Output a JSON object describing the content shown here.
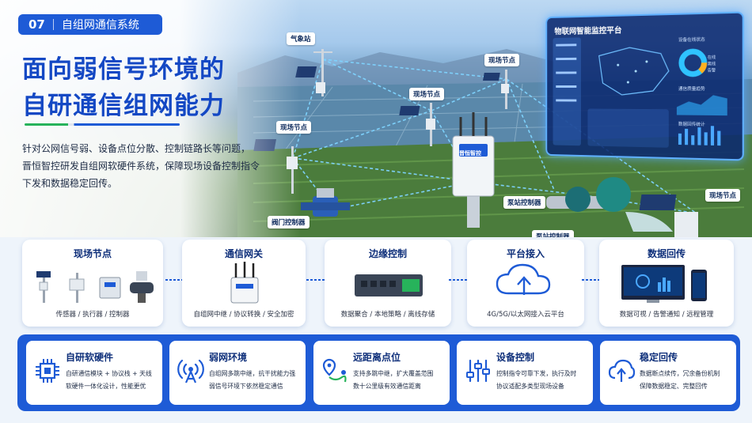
{
  "badge": {
    "number": "07",
    "label": "自组网通信系统"
  },
  "title": {
    "line1": "面向弱信号环境的",
    "line2": "自研通信组网能力"
  },
  "description": {
    "line1": "针对公网信号弱、设备点位分散、控制链路长等问题，",
    "line2": "晋恒智控研发自组网软硬件系统，保障现场设备控制指令",
    "line3": "下发和数据稳定回传。"
  },
  "scene_tags": {
    "weather": "气象站",
    "site_a": "现场节点",
    "site_b": "现场节点",
    "site_c": "现场节点",
    "site_d": "现场节点",
    "valve": "阀门控制器",
    "pump": "泵站控制器",
    "pump2": "泵站控制器",
    "gateway_logo": "晋恒智控"
  },
  "dashboard": {
    "title": "物联网智能监控平台",
    "online": "设备在线状态",
    "legend": [
      "在线",
      "离线",
      "告警"
    ],
    "quality": "通信质量趋势",
    "stats": "数据回传统计"
  },
  "flow": [
    {
      "title": "现场节点",
      "sub": "传感器 / 执行器 / 控制器"
    },
    {
      "title": "通信网关",
      "sub": "自组网中继 / 协议转换 / 安全加密"
    },
    {
      "title": "边缘控制",
      "sub": "数据聚合 / 本地策略 / 离线存储"
    },
    {
      "title": "平台接入",
      "sub": "4G/5G/以太网接入云平台"
    },
    {
      "title": "数据回传",
      "sub": "数据可视 / 告警通知 / 远程管理"
    }
  ],
  "features": [
    {
      "title": "自研软硬件",
      "line1": "自研通信模块 + 协议栈 + 天线",
      "line2": "软硬件一体化设计，性能更优",
      "icon": "chip-icon"
    },
    {
      "title": "弱网环境",
      "line1": "自组网多跳中继，抗干扰能力强",
      "line2": "弱信号环境下依然稳定通信",
      "icon": "antenna-icon"
    },
    {
      "title": "远距离点位",
      "line1": "支持多跳中继，扩大覆盖范围",
      "line2": "数十公里级有效通信距离",
      "icon": "route-pin-icon"
    },
    {
      "title": "设备控制",
      "line1": "控制指令可靠下发，执行及时",
      "line2": "协议适配多类型现场设备",
      "icon": "sliders-icon"
    },
    {
      "title": "稳定回传",
      "line1": "数据断点续传，冗余备份机制",
      "line2": "保障数据稳定、完整回传",
      "icon": "cloud-upload-icon"
    }
  ],
  "colors": {
    "brand": "#1e5bd6",
    "accent_green": "#27b35b",
    "text_dark": "#0e2f7a",
    "link_glow": "#7fd4ff"
  }
}
